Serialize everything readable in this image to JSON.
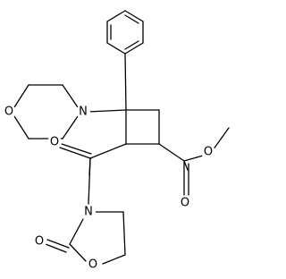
{
  "molecule": {
    "atom_labels": {
      "morpholine_O": "O",
      "morpholine_N": "N",
      "amide_O": "O",
      "oxazolidinone_N": "N",
      "oxazolidinone_carbonyl_O": "O",
      "oxazolidinone_ring_O": "O",
      "ester_carbonyl_O": "O",
      "ester_O": "O"
    }
  }
}
